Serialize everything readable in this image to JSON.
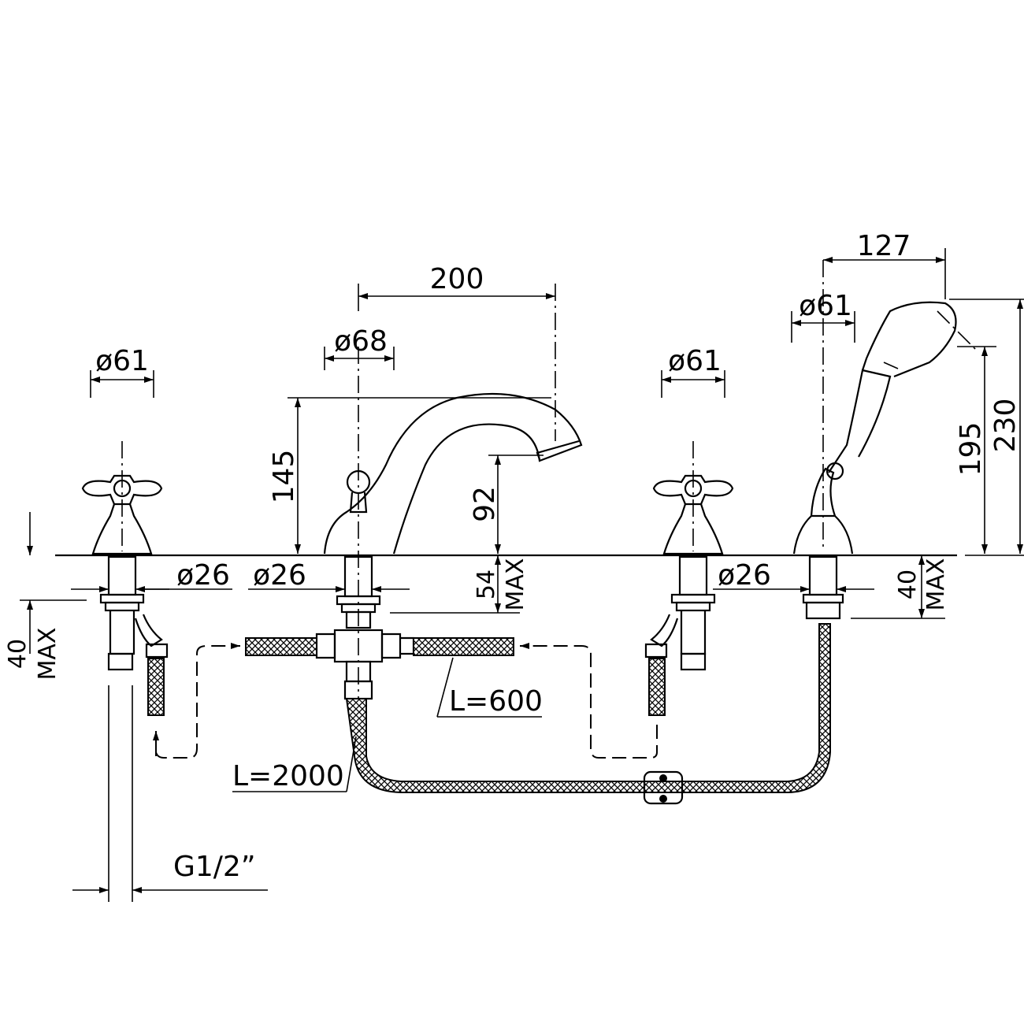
{
  "dimensions": {
    "d61_left": "ø61",
    "d68_spout": "ø68",
    "len_200": "200",
    "d61_mid": "ø61",
    "len_127": "127",
    "d61_shower": "ø61",
    "h_145": "145",
    "h_92": "92",
    "h_195": "195",
    "h_230": "230",
    "d26_left": "ø26",
    "d26_spout": "ø26",
    "d26_right": "ø26",
    "h_54": "54",
    "max_54": "MAX",
    "h_40_right": "40",
    "max_40_right": "MAX",
    "h_40_left": "40",
    "max_40_left": "MAX",
    "hose_600": "L=600",
    "hose_2000": "L=2000",
    "thread": "G1/2”"
  }
}
